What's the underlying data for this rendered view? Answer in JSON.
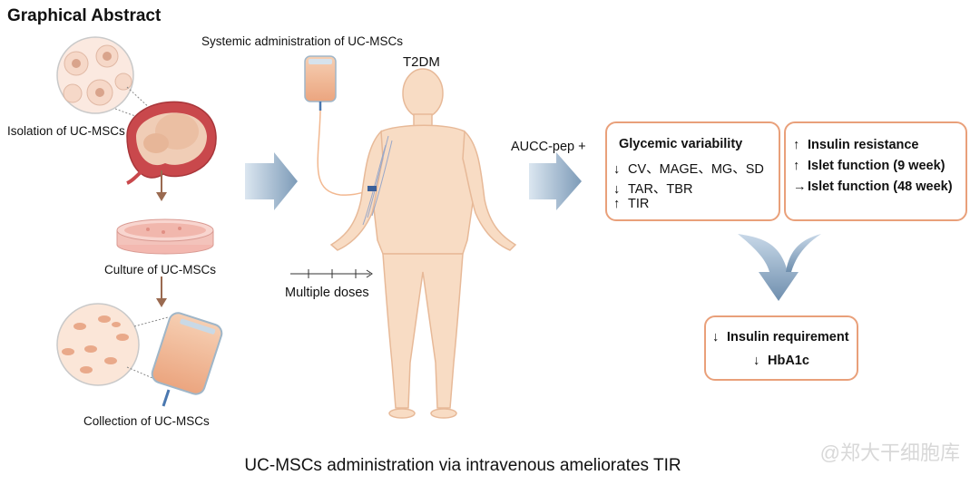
{
  "header": {
    "title": "Graphical Abstract"
  },
  "left": {
    "isolation_label": "Isolation of UC-MSCs",
    "culture_label": "Culture of UC-MSCs",
    "collection_label": "Collection of UC-MSCs"
  },
  "center": {
    "systemic_label": "Systemic administration of UC-MSCs",
    "t2dm_label": "T2DM",
    "doses_label": "Multiple doses",
    "aucc_label": "AUCC-pep +"
  },
  "glycemic_box": {
    "heading": "Glycemic variability",
    "rows": [
      {
        "arrow": "↓",
        "text": "CV、MAGE、MG、SD"
      },
      {
        "arrow": "↓",
        "text": "TAR、TBR"
      },
      {
        "arrow": "↑",
        "text": "TIR"
      }
    ]
  },
  "insulin_box": {
    "rows": [
      {
        "arrow": "↑",
        "text": "Insulin resistance"
      },
      {
        "arrow": "↑",
        "text": "Islet function (9 week)"
      },
      {
        "arrow": "→",
        "text": "Islet function (48 week)"
      }
    ]
  },
  "outcome_box": {
    "rows": [
      {
        "arrow": "↓",
        "text": "Insulin requirement"
      },
      {
        "arrow": "↓",
        "text": "HbA1c"
      }
    ]
  },
  "caption": "UC-MSCs administration via intravenous ameliorates TIR",
  "watermark": "@郑大干细胞库",
  "colors": {
    "box_border": "#e9a07a",
    "arrow_blue": "#8aa5bf",
    "skin": "#f8dcc4",
    "skin_outline": "#e7b998",
    "tissue": "#c9484c"
  }
}
